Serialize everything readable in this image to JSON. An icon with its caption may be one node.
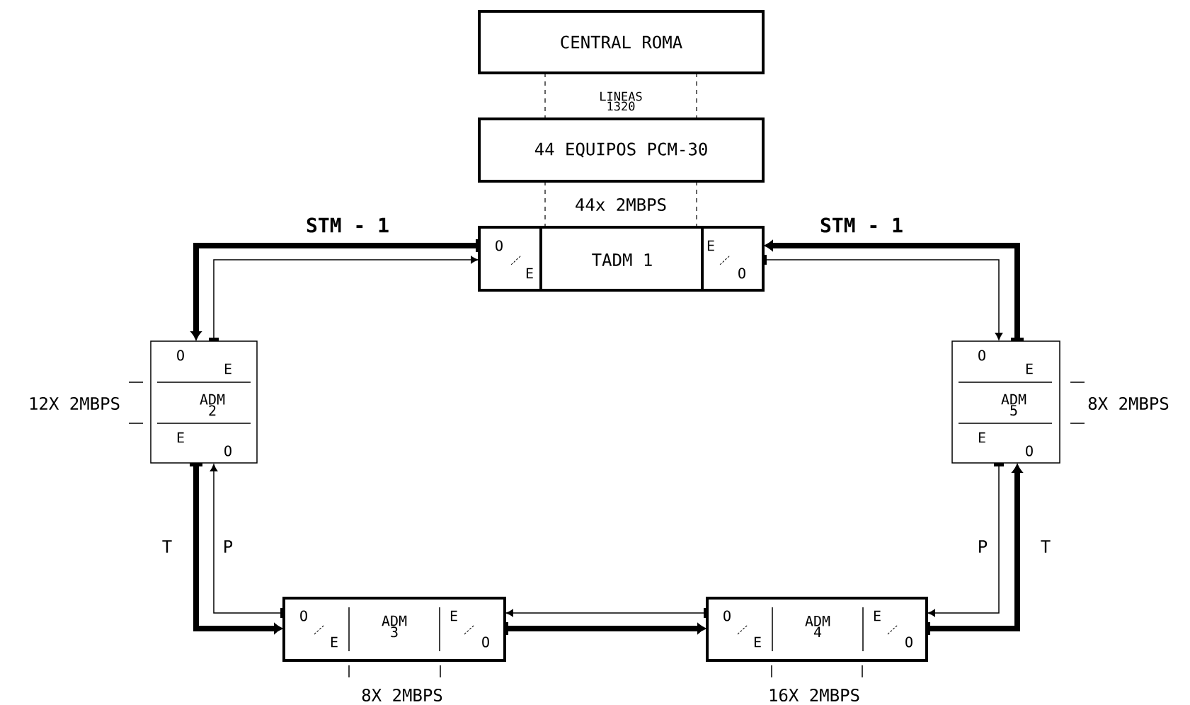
{
  "diagram": {
    "nodes": [
      {
        "text": [
          "CENTRAL ROMA"
        ]
      },
      {
        "text": [
          "44 EQUIPOS PCM-30"
        ]
      },
      {
        "text": [
          "O",
          "E",
          "TADM 1",
          "E",
          "O"
        ]
      },
      {
        "text": [
          "O",
          "E",
          "ADM 2",
          "E",
          "O"
        ],
        "beside": [
          "12X 2MBPS"
        ]
      },
      {
        "text": [
          "O",
          "E",
          "ADM 5",
          "E",
          "O"
        ],
        "beside": [
          "8X 2MBPS"
        ]
      },
      {
        "text": [
          "O",
          "E",
          "ADM 3",
          "E",
          "O"
        ],
        "beside": [
          "8X 2MBPS"
        ]
      },
      {
        "text": [
          "O",
          "E",
          "ADM 4",
          "E",
          "O"
        ],
        "beside": [
          "16X 2MBPS"
        ]
      }
    ],
    "edges": [
      {
        "from": 0,
        "to": 1,
        "arrow": "none",
        "style": "dashed"
      },
      {
        "from": 0,
        "to": 1,
        "arrow": "none",
        "style": "dashed"
      },
      {
        "from": 1,
        "to": 2,
        "arrow": "none",
        "style": "dashed"
      },
      {
        "from": 1,
        "to": 2,
        "arrow": "none",
        "style": "dashed"
      },
      {
        "from": 2,
        "to": 3,
        "arrow": "to",
        "style": "thick"
      },
      {
        "from": 3,
        "to": 2,
        "arrow": "to"
      },
      {
        "from": 4,
        "to": 2,
        "arrow": "to",
        "style": "thick"
      },
      {
        "from": 2,
        "to": 4,
        "arrow": "to"
      },
      {
        "from": 3,
        "to": 5,
        "arrow": "to",
        "style": "thick"
      },
      {
        "from": 5,
        "to": 3,
        "arrow": "to"
      },
      {
        "from": 6,
        "to": 5,
        "arrow": "to"
      },
      {
        "from": 5,
        "to": 6,
        "arrow": "to",
        "style": "thick"
      },
      {
        "from": 6,
        "to": 4,
        "arrow": "to",
        "style": "thick"
      },
      {
        "from": 4,
        "to": 6,
        "arrow": "to"
      }
    ],
    "labels": [
      "LINEAS 1320",
      "44x 2MBPS",
      "STM - 1",
      "STM - 1",
      "T",
      "P",
      "P",
      "T"
    ]
  }
}
